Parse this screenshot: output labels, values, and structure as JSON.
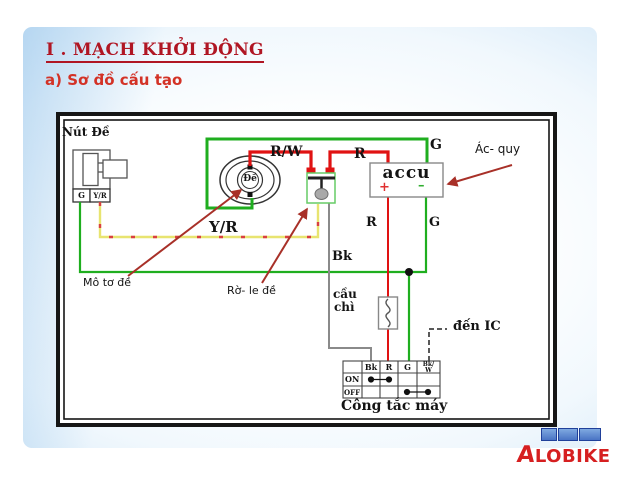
{
  "slide": {
    "title": "I . MẠCH KHỞI ĐỘNG",
    "subtitle": "a)  Sơ đồ cấu tạo",
    "logo_first": "A",
    "logo_rest": "LOBIKE"
  },
  "diagram": {
    "start_button": {
      "label": "Nút Đề",
      "terminal_g": "G",
      "terminal_yr": "Y/R"
    },
    "motor": {
      "core_label": "Đề",
      "annotation": "Mô tơ đề"
    },
    "relay": {
      "annotation": "Rờ- le đề"
    },
    "battery": {
      "label": "accu",
      "plus": "+",
      "minus": "–",
      "annotation": "Ác- quy"
    },
    "fuse": {
      "line1": "cầu",
      "line2": "chì"
    },
    "ic_label": "đến IC",
    "wire_labels": {
      "rw": "R/W",
      "r_top": "R",
      "g_top": "G",
      "yr": "Y/R",
      "r_mid": "R",
      "g_mid": "G",
      "bk": "Bk"
    },
    "switch_table": {
      "caption": "Công tắc máy",
      "col_bk": "Bk",
      "col_r": "R",
      "col_g": "G",
      "col_bkw_top": "Bk/",
      "col_bkw_bottom": "W",
      "row_on": "ON",
      "row_off": "OFF"
    }
  },
  "colors": {
    "wire_red": "#e01212",
    "wire_green": "#1fae1f",
    "wire_yellow": "#e8e470",
    "wire_black": "#8a8a8a",
    "annotation_arrow": "#a83028",
    "title_red": "#b01623",
    "logo_red": "#d61f20"
  }
}
